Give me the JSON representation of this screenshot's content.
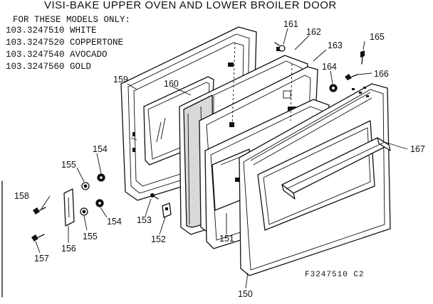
{
  "title": "VISI-BAKE UPPER OVEN AND LOWER BROILER DOOR",
  "models": {
    "header": "FOR THESE MODELS ONLY:",
    "lines": [
      "103.3247510 WHITE",
      "103.3247520 COPPERTONE",
      "103.3247540 AVOCADO",
      "103.3247560 GOLD"
    ]
  },
  "callouts": {
    "p150": "150",
    "p151": "151",
    "p152": "152",
    "p153": "153",
    "p154a": "154",
    "p154b": "154",
    "p155a": "155",
    "p155b": "155",
    "p156": "156",
    "p157": "157",
    "p158": "158",
    "p159": "159",
    "p160": "160",
    "p161": "161",
    "p162": "162",
    "p163": "163",
    "p164": "164",
    "p165": "165",
    "p166": "166",
    "p167": "167"
  },
  "figure_code": "F3247510 C2"
}
